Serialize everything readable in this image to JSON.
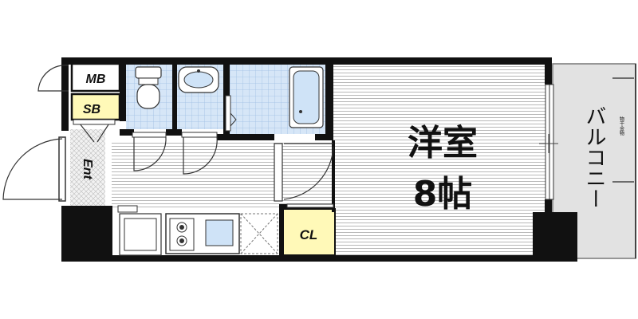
{
  "floorplan": {
    "rooms": {
      "western_room": {
        "label_type": "洋室",
        "label_size": "8帖"
      },
      "balcony": {
        "label": "バルコニー",
        "note": "物干金物"
      },
      "entrance": {
        "label": "Ent"
      },
      "closet": {
        "label": "CL"
      },
      "meter_box": {
        "label": "MB"
      },
      "shoe_box": {
        "label": "SB"
      }
    },
    "colors": {
      "wall": "#111111",
      "floor_lines": "#9a9a9a",
      "tile": "#d6e6f7",
      "tile_grid": "#9fbfe3",
      "storage_yellow": "#fff9b8",
      "balcony_fill": "#e2e2e2",
      "fixture_blue": "#cfe3f7"
    },
    "icons": [
      "toilet-icon",
      "washbasin-icon",
      "bathtub-icon",
      "stove-icon",
      "sink-icon",
      "fridge-space-icon"
    ]
  }
}
